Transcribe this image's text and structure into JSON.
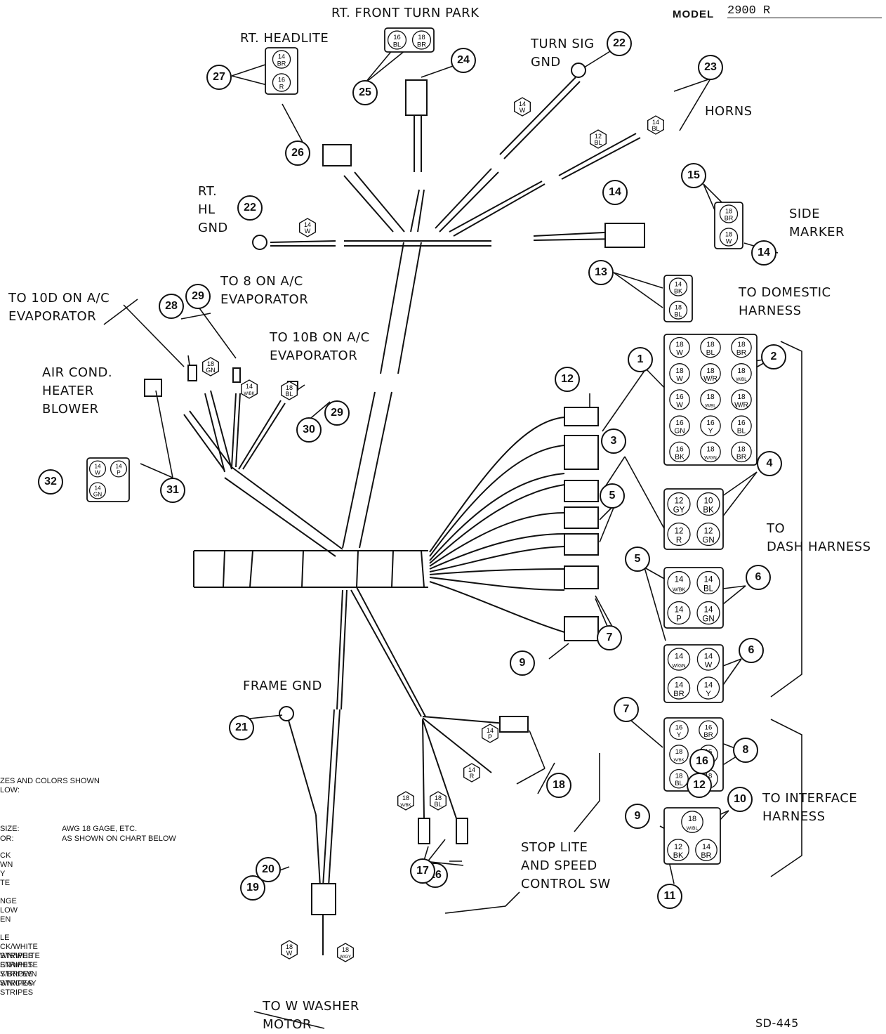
{
  "header": {
    "model_label": "MODEL",
    "model_value": "2900 R"
  },
  "labels": {
    "rt_front_turn_park": "RT. FRONT TURN PARK",
    "rt_headlite": "RT. HEADLITE",
    "turn_sig_gnd": "TURN SIG\nGND",
    "horns": "HORNS",
    "rt_hl_gnd": "RT.\nHL\nGND",
    "side_marker": "SIDE\nMARKER",
    "to_domestic_harness": "TO DOMESTIC\nHARNESS",
    "to_10d": "TO 10D ON A/C\nEVAPORATOR",
    "to_8": "TO 8 ON A/C\nEVAPORATOR",
    "to_10b": "TO 10B ON A/C\nEVAPORATOR",
    "air_cond": "AIR COND.\nHEATER\nBLOWER",
    "to_dash_harness": "TO\nDASH HARNESS",
    "frame_gnd": "FRAME GND",
    "to_interface_harness": "TO INTERFACE\nHARNESS",
    "stop_lite": "STOP LITE\nAND SPEED\nCONTROL SW",
    "to_w_washer": "TO W WASHER\nMOTOR",
    "figure_id": "SD-445"
  },
  "legend": {
    "intro": "ZES AND COLORS SHOWN\nLOW:",
    "size_label": "SIZE:",
    "size_value": "AWG 18 GAGE, ETC.",
    "color_label": "OR:",
    "color_value": "AS SHOWN ON CHART BELOW",
    "entries": [
      "CK",
      "WN",
      "Y",
      "TE",
      "",
      "NGE",
      "LOW",
      "EN",
      "",
      "LE",
      "CK/WHITE STRIPES",
      "WN/WHITE STRIPES",
      "EN/WHITE STRIPES",
      "Y/BROWN STRIPES",
      "WN/GRAY STRIPES"
    ]
  },
  "callouts": [
    "1",
    "2",
    "3",
    "4",
    "5",
    "5",
    "6",
    "6",
    "7",
    "7",
    "8",
    "9",
    "9",
    "10",
    "11",
    "12",
    "12",
    "13",
    "14",
    "14",
    "15",
    "16",
    "16",
    "17",
    "18",
    "19",
    "20",
    "21",
    "22",
    "22",
    "23",
    "24",
    "25",
    "26",
    "27",
    "28",
    "29",
    "29",
    "30",
    "31",
    "32"
  ],
  "wire_tags": {
    "t14w_turn": "14\nW",
    "t14bl_horn": "14\nBL",
    "t12bl_horn": "12\nBL",
    "t14w_hl": "14\nW",
    "t18gn": "18\nGN",
    "t14wbk": "14\nW/BK",
    "t18bl_ac": "18\nBL",
    "t14p_stop": "14\nP",
    "t14r_stop": "14\nR",
    "t18wbk_stop": "18\nW/BK",
    "t18bl_stop": "18\nBL",
    "t18w_wash": "18\nW",
    "t18wgy_wash": "18\nW/GY"
  },
  "connectors": {
    "rt_front_turn_park": [
      "16\nBL",
      "18\nBR"
    ],
    "rt_headlite": [
      "14\nBR",
      "16\nR"
    ],
    "side_marker": [
      "18\nBR",
      "18\nW"
    ],
    "domestic": [
      "14\nBK",
      "18\nBL"
    ],
    "dash_main": [
      "18\nW",
      "18\nBL",
      "18\nBR",
      "18\nW",
      "18\nW/R",
      "18\nW/BL",
      "16\nW",
      "18\nW/BL",
      "18\nW/R",
      "16\nGN",
      "16\nY",
      "16\nBL",
      "16\nBK",
      "18\nW/GN",
      "18\nBR"
    ],
    "dash_4": [
      "12\nGY",
      "10\nBK",
      "12\nR",
      "12\nGN"
    ],
    "dash_6a": [
      "14\nW/BK",
      "14\nBL",
      "14\nP",
      "14\nGN"
    ],
    "dash_6b": [
      "14\nW/GN",
      "14\nW",
      "14\nBR",
      "14\nY"
    ],
    "interface_8": [
      "16\nY",
      "16\nBR",
      "18\nW/BK",
      "16\nGN",
      "18\nBL",
      "18\nW"
    ],
    "interface_10": [
      "18\nW/BL",
      "12\nBK",
      "14\nBR"
    ],
    "air_cond": [
      "14\nW",
      "14\nP",
      "14\nGN"
    ]
  }
}
